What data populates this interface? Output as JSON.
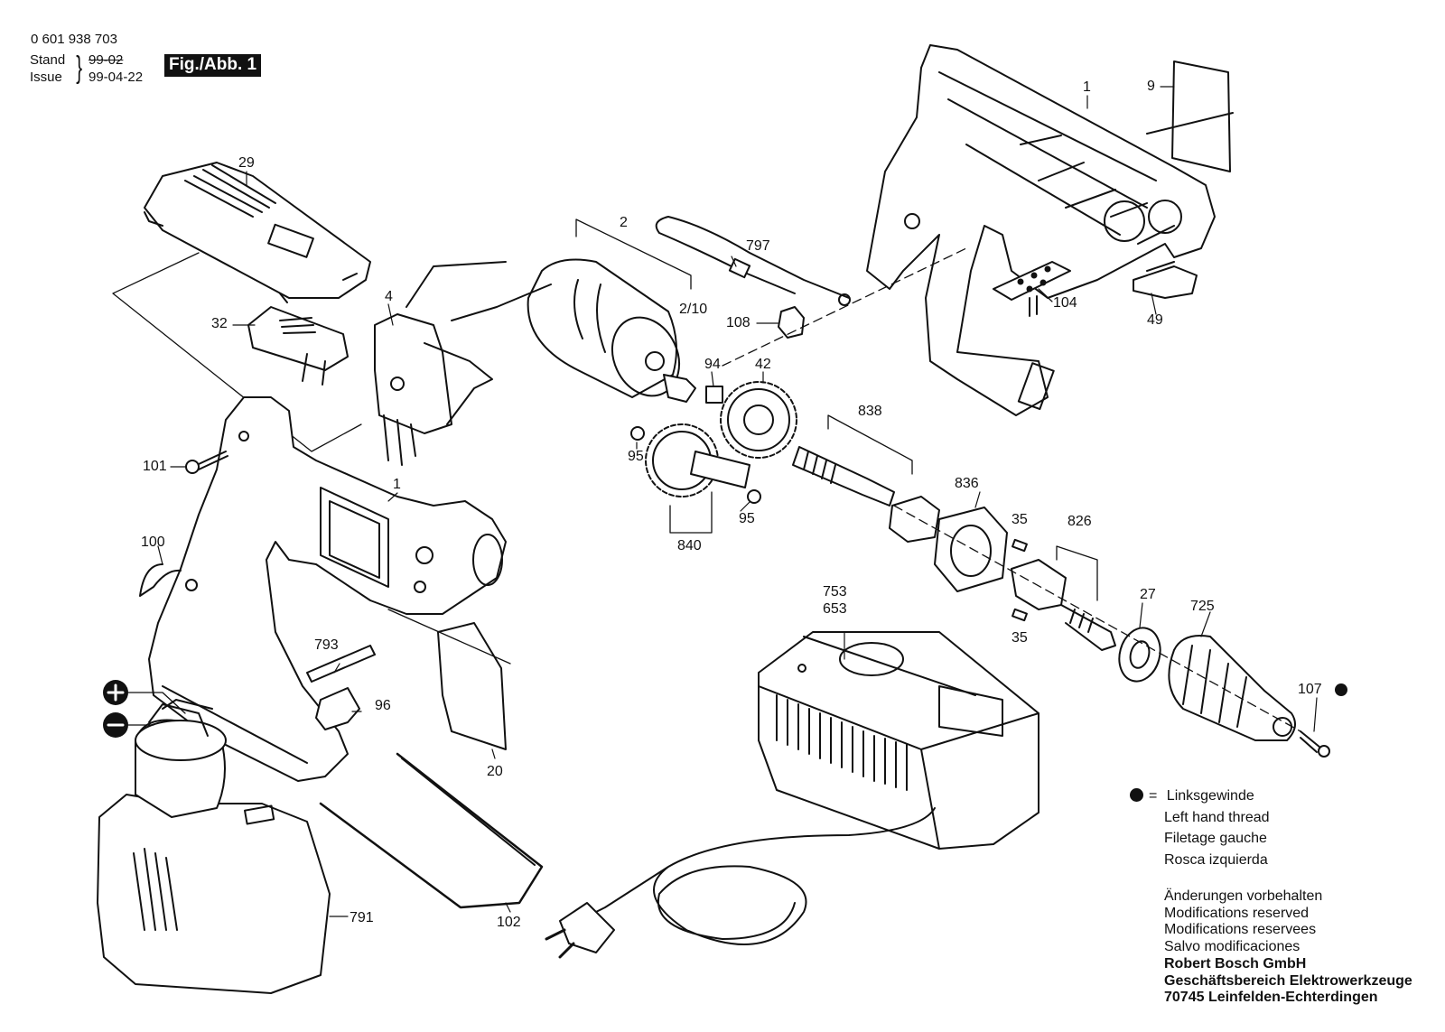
{
  "header": {
    "part_number": "0 601 938 703",
    "stand_label": "Stand",
    "issue_label": "Issue",
    "stand_value_struck": "99-02",
    "issue_value": "99-04-22",
    "figure_label": "Fig./Abb. 1"
  },
  "callouts": {
    "c1_housing_right": "1",
    "c9": "9",
    "c29": "29",
    "c2": "2",
    "c797": "797",
    "c2_10": "2/10",
    "c108": "108",
    "c104": "104",
    "c49": "49",
    "c32": "32",
    "c4": "4",
    "c94": "94",
    "c42": "42",
    "c838": "838",
    "c95_top": "95",
    "c95_bottom": "95",
    "c840": "840",
    "c101": "101",
    "c1_housing_left": "1",
    "c836": "836",
    "c35_top": "35",
    "c35_bottom": "35",
    "c826": "826",
    "c100": "100",
    "c753": "753",
    "c653": "653",
    "c27": "27",
    "c725": "725",
    "c793": "793",
    "c96": "96",
    "c107": "107",
    "c20": "20",
    "c791": "791",
    "c102": "102"
  },
  "battery_terminals": {
    "plus": "+",
    "minus": "–"
  },
  "legend": {
    "symbol_label": "=",
    "lines": [
      "Linksgewinde",
      "Left hand thread",
      "Filetage gauche",
      "Rosca izquierda"
    ]
  },
  "footer": {
    "lines": [
      "Änderungen vorbehalten",
      "Modifications reserved",
      "Modifications reservees",
      "Salvo modificaciones"
    ],
    "company": "Robert Bosch GmbH",
    "division": "Geschäftsbereich Elektrowerkzeuge",
    "address": "70745 Leinfelden-Echterdingen"
  }
}
